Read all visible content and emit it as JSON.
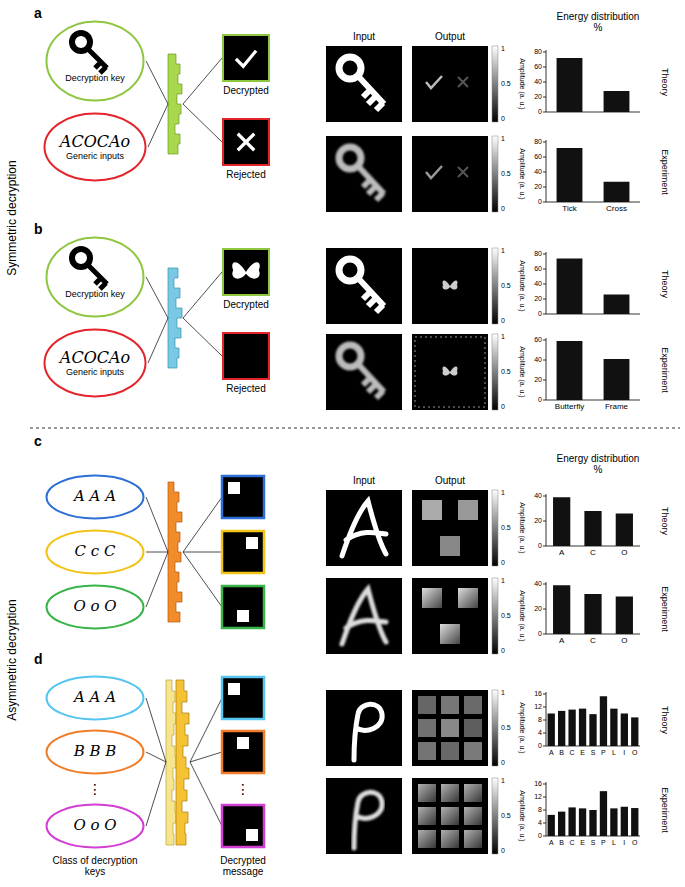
{
  "diagram": {
    "nodes": [
      {
        "text": [
          "Decryption key"
        ]
      },
      {
        "text": [
          "ACOCAo",
          "Generic inputs"
        ]
      },
      {
        "text": [
          "Decrypted"
        ]
      },
      {
        "text": [
          "Rejected"
        ]
      },
      {
        "text": [
          "Decryption key"
        ]
      },
      {
        "text": [
          "ACOCAo",
          "Generic inputs"
        ]
      },
      {
        "text": [
          "Decrypted"
        ]
      },
      {
        "text": [
          "Rejected"
        ]
      },
      {
        "text": [
          "A A A"
        ]
      },
      {
        "text": [
          "C c C"
        ]
      },
      {
        "text": [
          "O o O"
        ]
      },
      {
        "text": [
          "A A A"
        ]
      },
      {
        "text": [
          "B B B"
        ]
      },
      {
        "text": [
          "O o O"
        ]
      }
    ],
    "labels": [
      "Symmetric decryption",
      "Asymmetric decryption",
      "a",
      "Input",
      "Output",
      "Energy distribution %",
      "1",
      "0.5",
      "0",
      "Amplitude (a. u.)",
      "Theory",
      "0",
      "20",
      "40",
      "60",
      "80",
      "1",
      "0.5",
      "0",
      "Amplitude (a. u.)",
      "Experiment",
      "0",
      "20",
      "40",
      "60",
      "80",
      "Tick",
      "Cross",
      "b",
      "1",
      "0.5",
      "0",
      "Amplitude (a. u.)",
      "Theory",
      "0",
      "20",
      "40",
      "60",
      "80",
      "1",
      "0.5",
      "0",
      "Amplitude (a. u.)",
      "Experiment",
      "0",
      "20",
      "40",
      "60",
      "Butterfly",
      "Frame",
      "c",
      "Input",
      "Output",
      "Energy distribution %",
      "1",
      "0.5",
      "0",
      "Amplitude (a. u.)",
      "Theory",
      "0",
      "20",
      "40",
      "A",
      "C",
      "O",
      "1",
      "0.5",
      "0",
      "Amplitude (a. u.)",
      "Experiment",
      "0",
      "20",
      "40",
      "A",
      "C",
      "O",
      "d",
      "1",
      "0.5",
      "0",
      "Amplitude (a. u.)",
      "Theory",
      "0",
      "4",
      "8",
      "12",
      "16",
      "A",
      "B",
      "C",
      "E",
      "S",
      "P",
      "L",
      "I",
      "O",
      "1",
      "0.5",
      "0",
      "Amplitude (a. u.)",
      "Experiment",
      "0",
      "4",
      "8",
      "12",
      "16",
      "A",
      "B",
      "C",
      "E",
      "S",
      "P",
      "L",
      "I",
      "O",
      "⋮",
      "⋮",
      "Class of decryption keys",
      "Decrypted message"
    ]
  }
}
